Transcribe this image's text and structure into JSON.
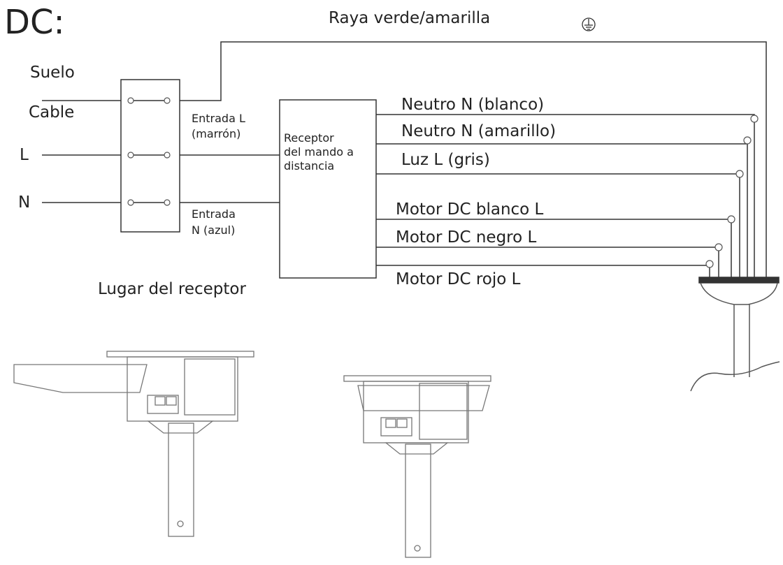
{
  "title": "DC:",
  "ground_wire": {
    "label": "Raya verde/amarilla",
    "symbol": "⏚"
  },
  "supply": {
    "suelo": "Suelo",
    "cable": "Cable",
    "l": "L",
    "n": "N"
  },
  "inputs": {
    "l_line1": "Entrada L",
    "l_line2": "(marrón)",
    "n_line1": "Entrada",
    "n_line2": "N (azul)"
  },
  "receiver": {
    "line1": "Receptor",
    "line2": "del mando a",
    "line3": "distancia"
  },
  "outputs": [
    "Neutro N (blanco)",
    "Neutro N (amarillo)",
    "Luz L (gris)",
    "Motor DC blanco L",
    "Motor DC negro L",
    "Motor DC rojo L"
  ],
  "receiver_location_label": "Lugar del receptor",
  "colors": {
    "line": "#333333",
    "text": "#222222",
    "background": "#ffffff"
  }
}
